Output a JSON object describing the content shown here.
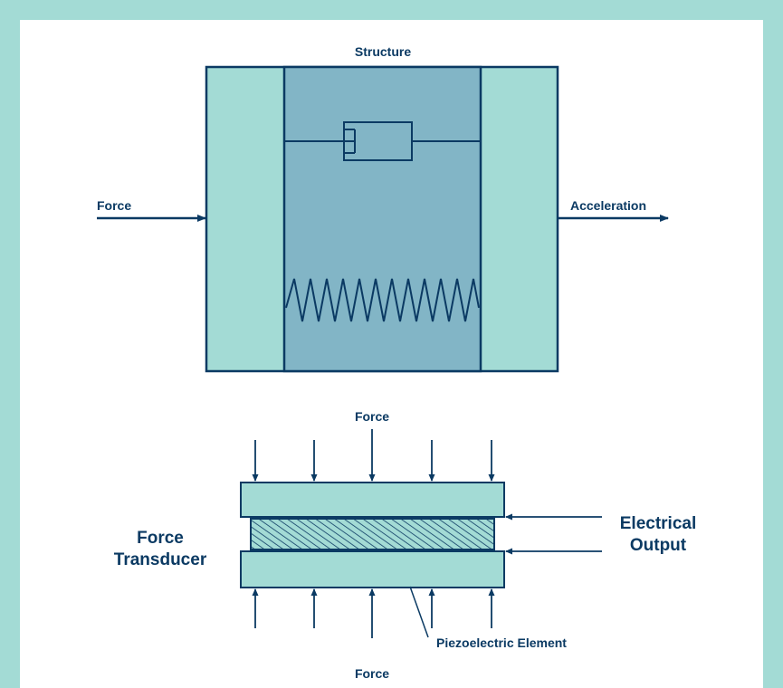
{
  "structure_diagram": {
    "title": "Structure",
    "input_label": "Force",
    "output_label": "Acceleration"
  },
  "transducer_diagram": {
    "top_force_label": "Force",
    "bottom_force_label": "Force",
    "name_line1": "Force",
    "name_line2": "Transducer",
    "output_line1": "Electrical",
    "output_line2": "Output",
    "element_label": "Piezoelectric Element"
  },
  "colors": {
    "frame": "#a3dbd5",
    "outer_block": "#a3dbd5",
    "inner_block": "#82b5c6",
    "stroke": "#0b3a63"
  }
}
